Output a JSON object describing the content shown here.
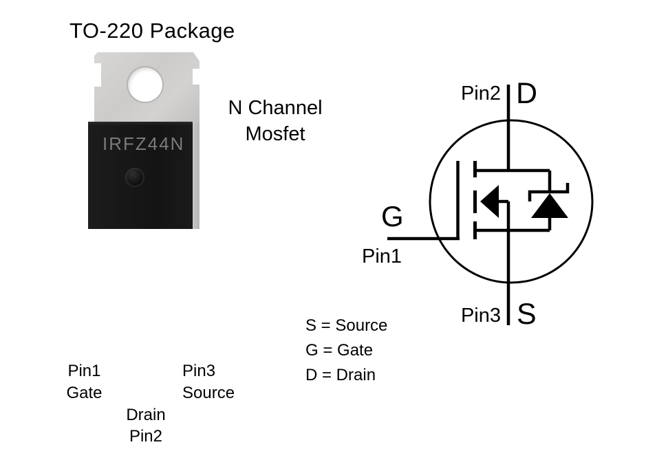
{
  "figure": {
    "title": "TO-220 Package",
    "subtitle_line1": "N Channel",
    "subtitle_line2": "Mosfet",
    "part_number": "IRFZ44N",
    "pin1_number": "Pin1",
    "pin1_name": "Gate",
    "pin2_number": "Pin2",
    "pin2_name": "Drain",
    "pin3_number": "Pin3",
    "pin3_name": "Source"
  },
  "schematic": {
    "drain_pin": "Pin2",
    "drain_letter": "D",
    "source_pin": "Pin3",
    "source_letter": "S",
    "gate_letter": "G",
    "gate_pin": "Pin1",
    "legend": [
      "S = Source",
      "G = Gate",
      "D = Drain"
    ]
  },
  "colors": {
    "background": "#ffffff",
    "line": "#000000",
    "package_body": "#161616",
    "metal_tab": "#cfcecc",
    "lead": "#b2b1af",
    "part_marking": "#7b7b7b"
  }
}
